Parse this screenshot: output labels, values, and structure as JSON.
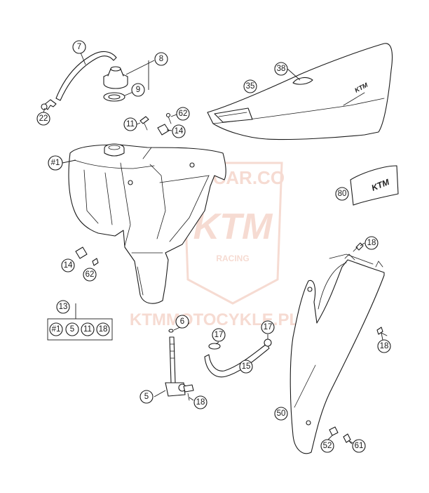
{
  "watermark": {
    "top_text": "DUCAR.CO",
    "brand_text": "KTM",
    "sub_text": "RACING",
    "footer_text": "KTMMOTOCYKLE.PL"
  },
  "seat_logo": "KTM",
  "sticker_logo": "KTM",
  "callouts": [
    {
      "id": "c7",
      "label": "7"
    },
    {
      "id": "c8",
      "label": "8"
    },
    {
      "id": "c9",
      "label": "9"
    },
    {
      "id": "c22",
      "label": "22"
    },
    {
      "id": "c11a",
      "label": "11"
    },
    {
      "id": "c62a",
      "label": "62"
    },
    {
      "id": "c14a",
      "label": "14"
    },
    {
      "id": "c1a",
      "label": "#1"
    },
    {
      "id": "c38",
      "label": "38"
    },
    {
      "id": "c35",
      "label": "35"
    },
    {
      "id": "c80",
      "label": "80"
    },
    {
      "id": "c18a",
      "label": "18"
    },
    {
      "id": "c14b",
      "label": "14"
    },
    {
      "id": "c62b",
      "label": "62"
    },
    {
      "id": "c13",
      "label": "13"
    },
    {
      "id": "c1b",
      "label": "#1"
    },
    {
      "id": "c5a",
      "label": "5"
    },
    {
      "id": "c11b",
      "label": "11"
    },
    {
      "id": "c18b",
      "label": "18"
    },
    {
      "id": "c6",
      "label": "6"
    },
    {
      "id": "c17a",
      "label": "17"
    },
    {
      "id": "c17b",
      "label": "17"
    },
    {
      "id": "c15",
      "label": "15"
    },
    {
      "id": "c18c",
      "label": "18"
    },
    {
      "id": "c5b",
      "label": "5"
    },
    {
      "id": "c18d",
      "label": "18"
    },
    {
      "id": "c50",
      "label": "50"
    },
    {
      "id": "c52",
      "label": "52"
    },
    {
      "id": "c61",
      "label": "61"
    }
  ]
}
